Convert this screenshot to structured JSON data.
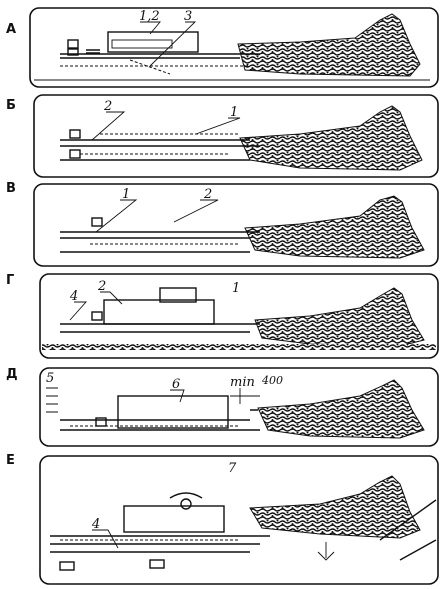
{
  "panels": [
    {
      "letter": "А",
      "labels": [
        "1,2",
        "3"
      ]
    },
    {
      "letter": "Б",
      "labels": [
        "2",
        "1"
      ]
    },
    {
      "letter": "В",
      "labels": [
        "1",
        "2"
      ]
    },
    {
      "letter": "Г",
      "labels": [
        "2",
        "1",
        "4"
      ]
    },
    {
      "letter": "Д",
      "labels": [
        "5",
        "6",
        "min",
        "400"
      ]
    },
    {
      "letter": "Е",
      "labels": [
        "7",
        "4"
      ]
    }
  ]
}
